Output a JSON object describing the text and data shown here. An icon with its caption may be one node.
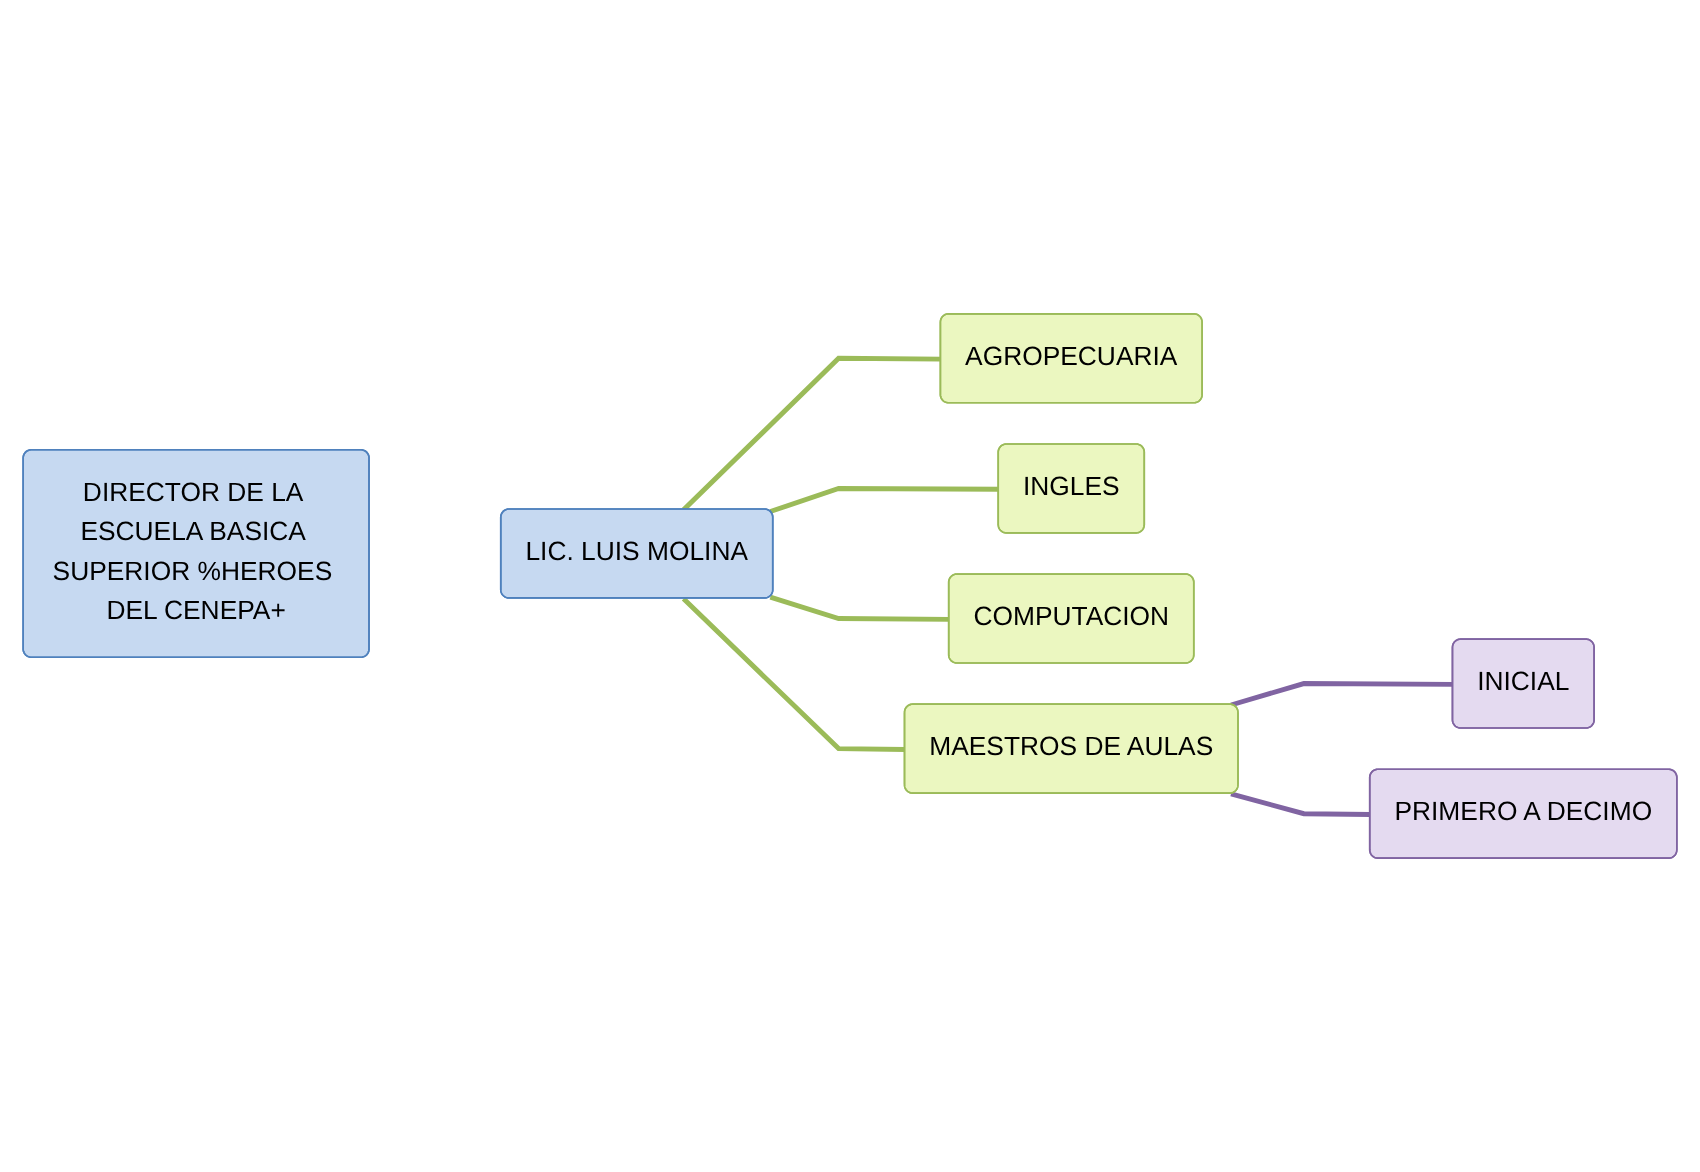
{
  "diagram": {
    "nodes": [
      {
        "text": [
          "DIRECTOR DE LA ESCUELA BASICA SUPERIOR %HEROES DEL CENEPA+"
        ]
      },
      {
        "text": [
          "LIC. LUIS MOLINA"
        ]
      },
      {
        "text": [
          "AGROPECUARIA"
        ]
      },
      {
        "text": [
          "INGLES"
        ]
      },
      {
        "text": [
          "COMPUTACION"
        ]
      },
      {
        "text": [
          "MAESTROS DE AULAS"
        ]
      },
      {
        "text": [
          "INICIAL"
        ]
      },
      {
        "text": [
          "PRIMERO A DECIMO"
        ]
      }
    ],
    "edges": [
      {
        "from": 1,
        "to": 2,
        "arrow": "none"
      },
      {
        "from": 1,
        "to": 3,
        "arrow": "none"
      },
      {
        "from": 1,
        "to": 4,
        "arrow": "none"
      },
      {
        "from": 1,
        "to": 5,
        "arrow": "none"
      },
      {
        "from": 5,
        "to": 6,
        "arrow": "none",
        "color": "#8064a2"
      },
      {
        "from": 5,
        "to": 7,
        "arrow": "none",
        "color": "#8064a2"
      }
    ]
  }
}
